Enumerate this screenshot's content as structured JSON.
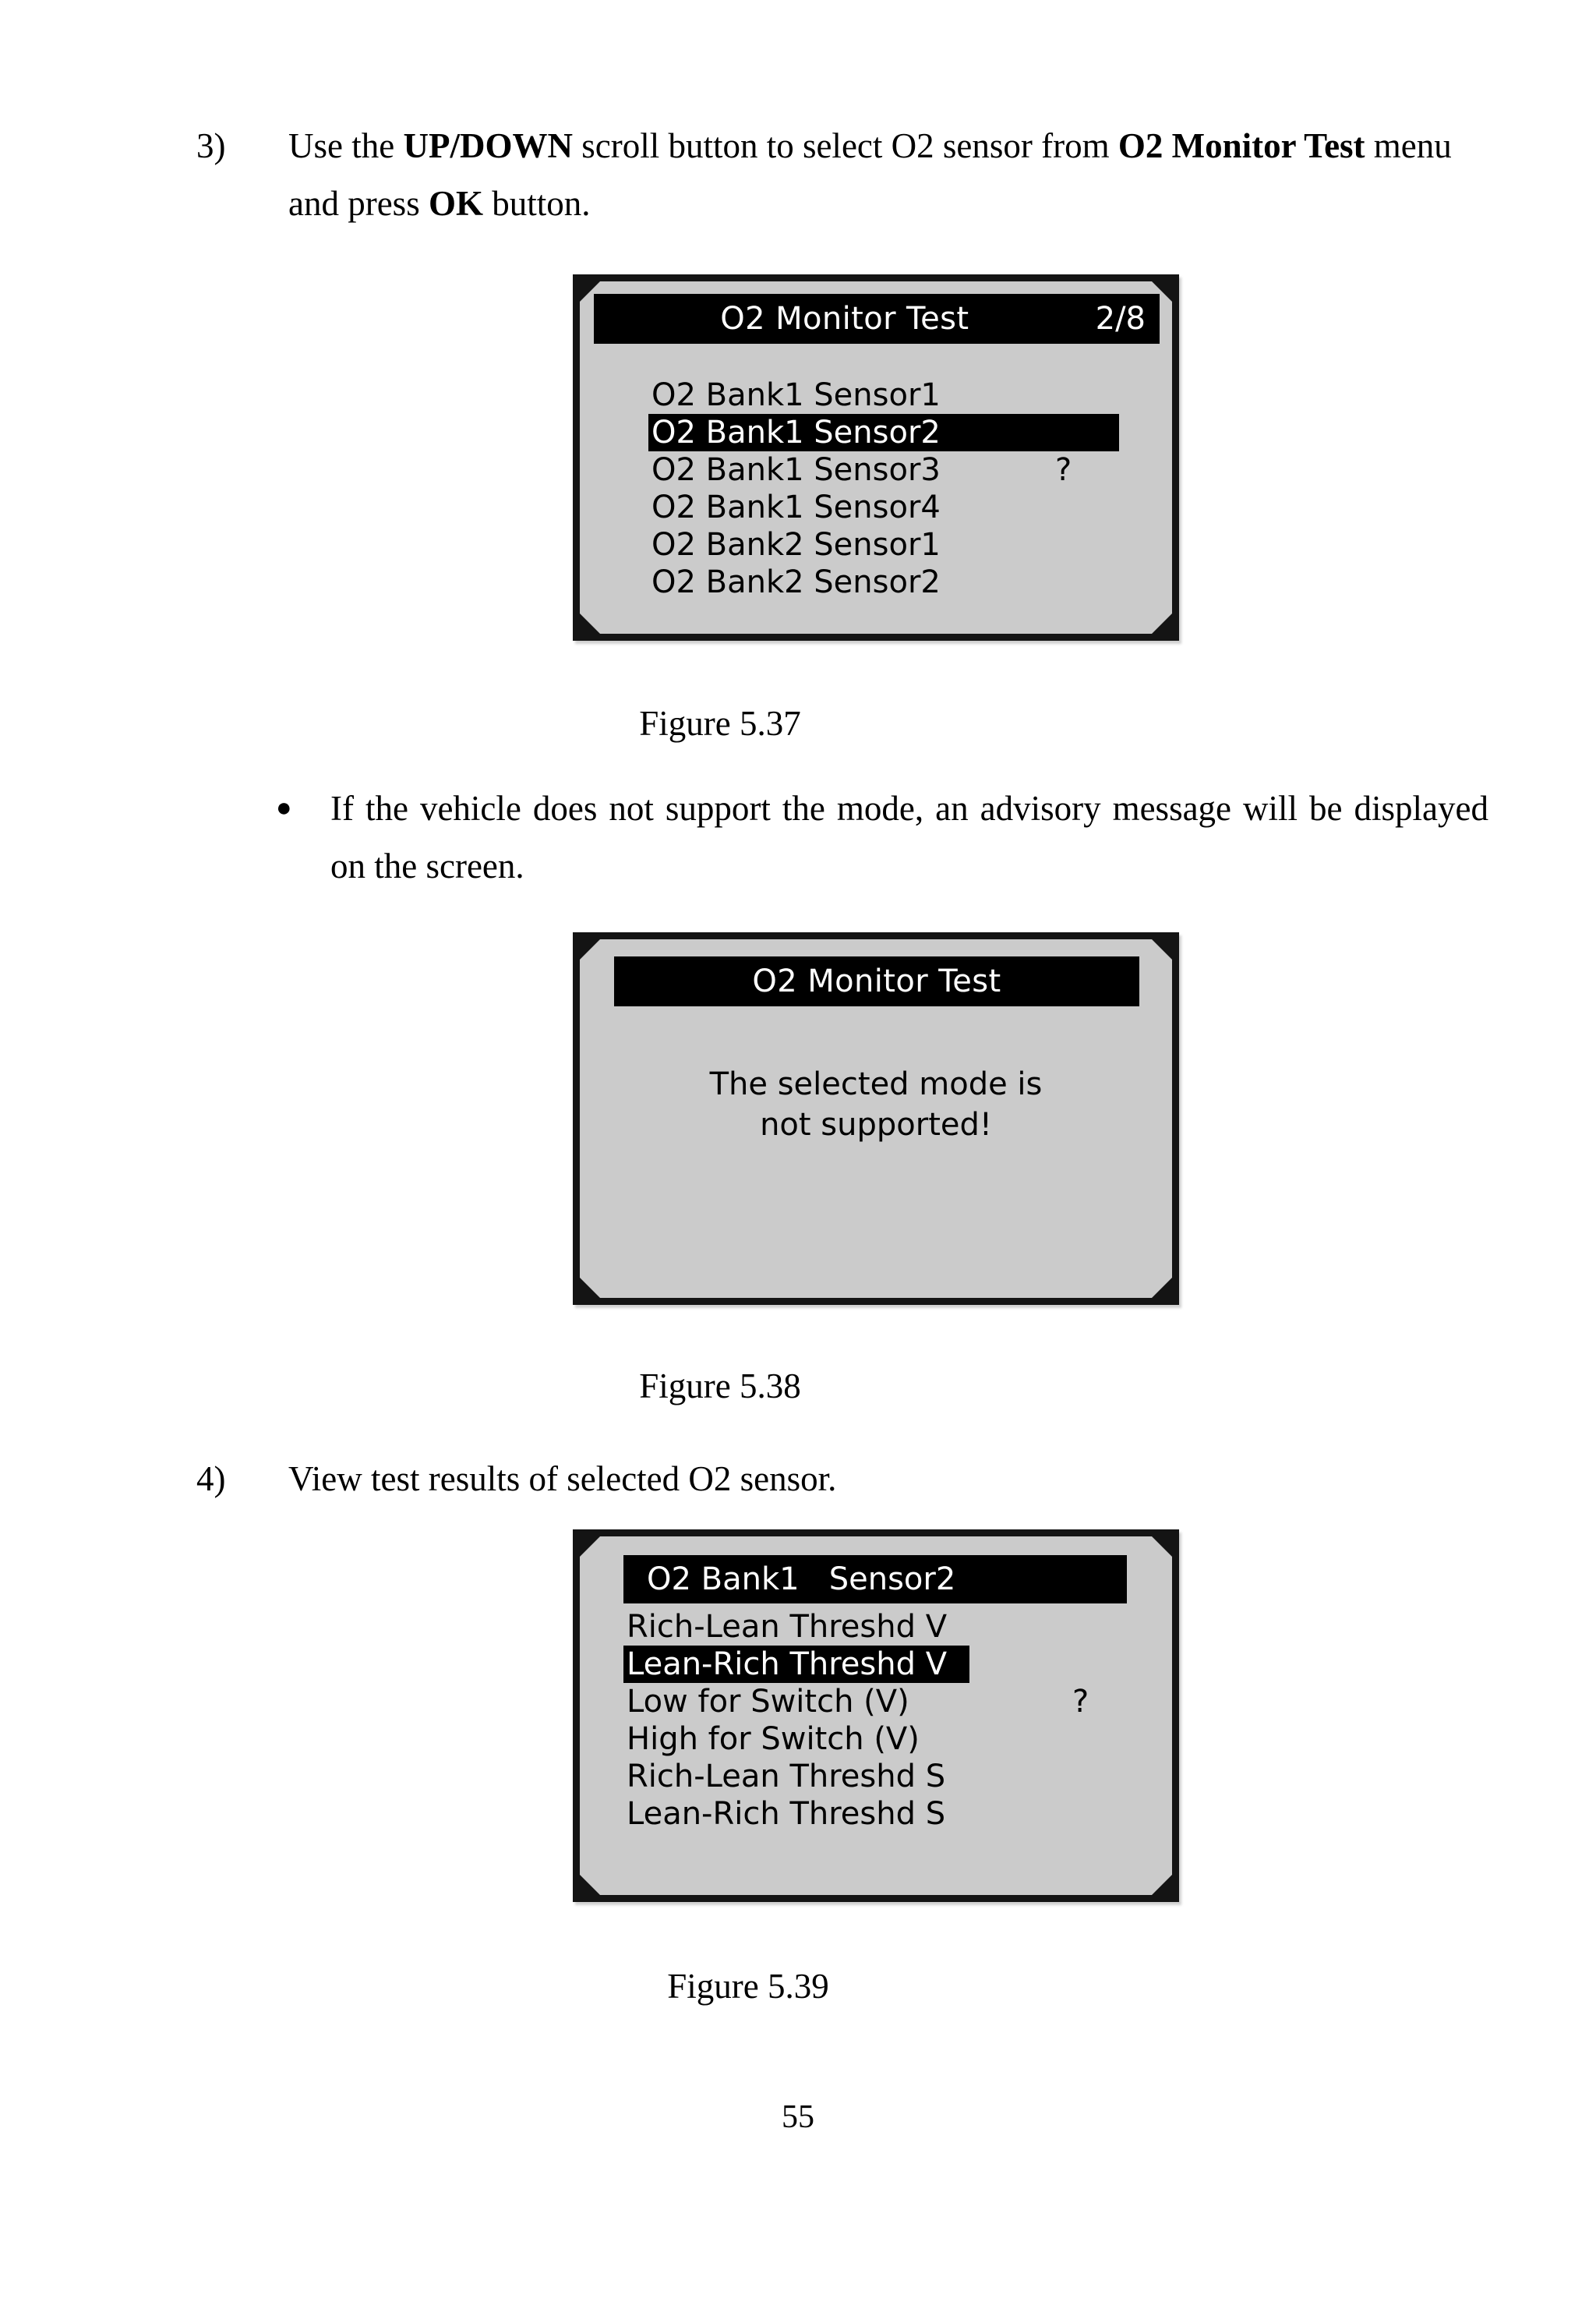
{
  "page": {
    "number": "55"
  },
  "steps": [
    {
      "number": "3)",
      "text_parts": [
        {
          "text": "Use the ",
          "bold": false
        },
        {
          "text": "UP/DOWN",
          "bold": true
        },
        {
          "text": " scroll button to select O2 sensor from ",
          "bold": false
        },
        {
          "text": "O2 Monitor Test",
          "bold": true
        },
        {
          "text": " menu and press ",
          "bold": false
        },
        {
          "text": "OK",
          "bold": true
        },
        {
          "text": " button.",
          "bold": false
        }
      ]
    },
    {
      "number": "4)",
      "text_parts": [
        {
          "text": "View test results of selected O2 sensor.",
          "bold": false
        }
      ]
    }
  ],
  "bullet": {
    "marker": "●",
    "text": "If the vehicle does not support the mode, an advisory message will be displayed on the screen."
  },
  "captions": {
    "fig37": "Figure 5.37",
    "fig38": "Figure 5.38",
    "fig39": "Figure 5.39"
  },
  "screens": {
    "fig37": {
      "title": "O2 Monitor Test",
      "counter": "2/8",
      "rows": [
        {
          "label": "O2 Bank1 Sensor1",
          "selected": false,
          "mark": ""
        },
        {
          "label": "O2 Bank1 Sensor2",
          "selected": true,
          "mark": ""
        },
        {
          "label": "O2 Bank1 Sensor3",
          "selected": false,
          "mark": "?"
        },
        {
          "label": "O2 Bank1 Sensor4",
          "selected": false,
          "mark": ""
        },
        {
          "label": "O2 Bank2 Sensor1",
          "selected": false,
          "mark": ""
        },
        {
          "label": "O2 Bank2 Sensor2",
          "selected": false,
          "mark": ""
        }
      ]
    },
    "fig38": {
      "title": "O2 Monitor Test",
      "message_line1": "The selected mode is",
      "message_line2": "not supported!"
    },
    "fig39": {
      "title": "O2 Bank1   Sensor2",
      "rows": [
        {
          "label": "Rich-Lean Threshd V",
          "selected": false,
          "mark": ""
        },
        {
          "label": "Lean-Rich Threshd V",
          "selected": true,
          "mark": ""
        },
        {
          "label": "Low for Switch (V)",
          "selected": false,
          "mark": "?"
        },
        {
          "label": "High for Switch (V)",
          "selected": false,
          "mark": ""
        },
        {
          "label": "Rich-Lean Threshd S",
          "selected": false,
          "mark": ""
        },
        {
          "label": "Lean-Rich Threshd S",
          "selected": false,
          "mark": ""
        }
      ]
    }
  },
  "colors": {
    "bezel": "#141414",
    "lcd_background": "#cbcbcb",
    "lcd_highlight": "#000000",
    "lcd_highlight_text": "#ffffff",
    "page_background": "#ffffff"
  }
}
